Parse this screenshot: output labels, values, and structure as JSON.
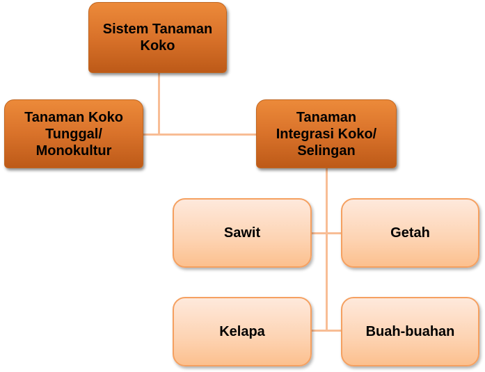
{
  "root": {
    "label": "Sistem Tanaman Koko"
  },
  "level1": [
    {
      "label": "Tanaman Koko Tunggal/ Monokultur"
    },
    {
      "label": "Tanaman Integrasi Koko/ Selingan"
    }
  ],
  "level2": [
    {
      "label": "Sawit"
    },
    {
      "label": "Getah"
    },
    {
      "label": "Kelapa"
    },
    {
      "label": "Buah-buahan"
    }
  ],
  "colors": {
    "dark": "#d9722a",
    "light": "#fdd3b2",
    "connector": "#f8bd95"
  }
}
